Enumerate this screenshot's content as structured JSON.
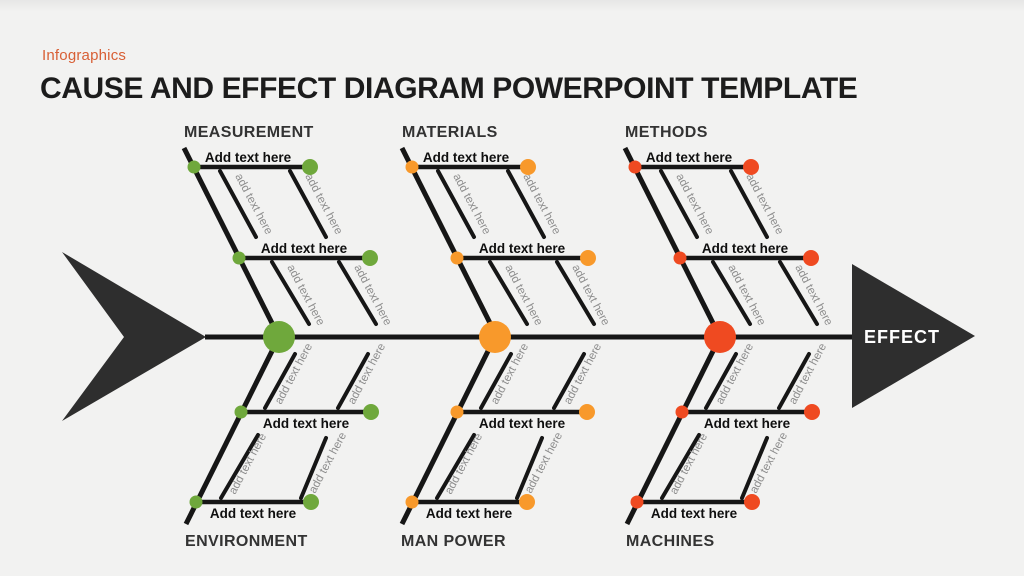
{
  "header": {
    "brand": "Infographics",
    "title": "CAUSE AND EFFECT DIAGRAM POWERPOINT TEMPLATE"
  },
  "diagram": {
    "effect_label": "EFFECT",
    "placeholder_primary": "Add text here",
    "placeholder_secondary": "add text here",
    "categories_top": [
      {
        "label": "MEASUREMENT",
        "color": "green"
      },
      {
        "label": "MATERIALS",
        "color": "orange"
      },
      {
        "label": "METHODS",
        "color": "red"
      }
    ],
    "categories_bottom": [
      {
        "label": "ENVIRONMENT",
        "color": "green"
      },
      {
        "label": "MAN POWER",
        "color": "orange"
      },
      {
        "label": "MACHINES",
        "color": "red"
      }
    ]
  },
  "colors": {
    "green": "#6fa83c",
    "orange": "#f8992b",
    "red": "#ef4a21",
    "arrow": "#2e2e2e",
    "line": "#161616",
    "brand_text": "#d85f35",
    "background": "#f2f2f1"
  }
}
